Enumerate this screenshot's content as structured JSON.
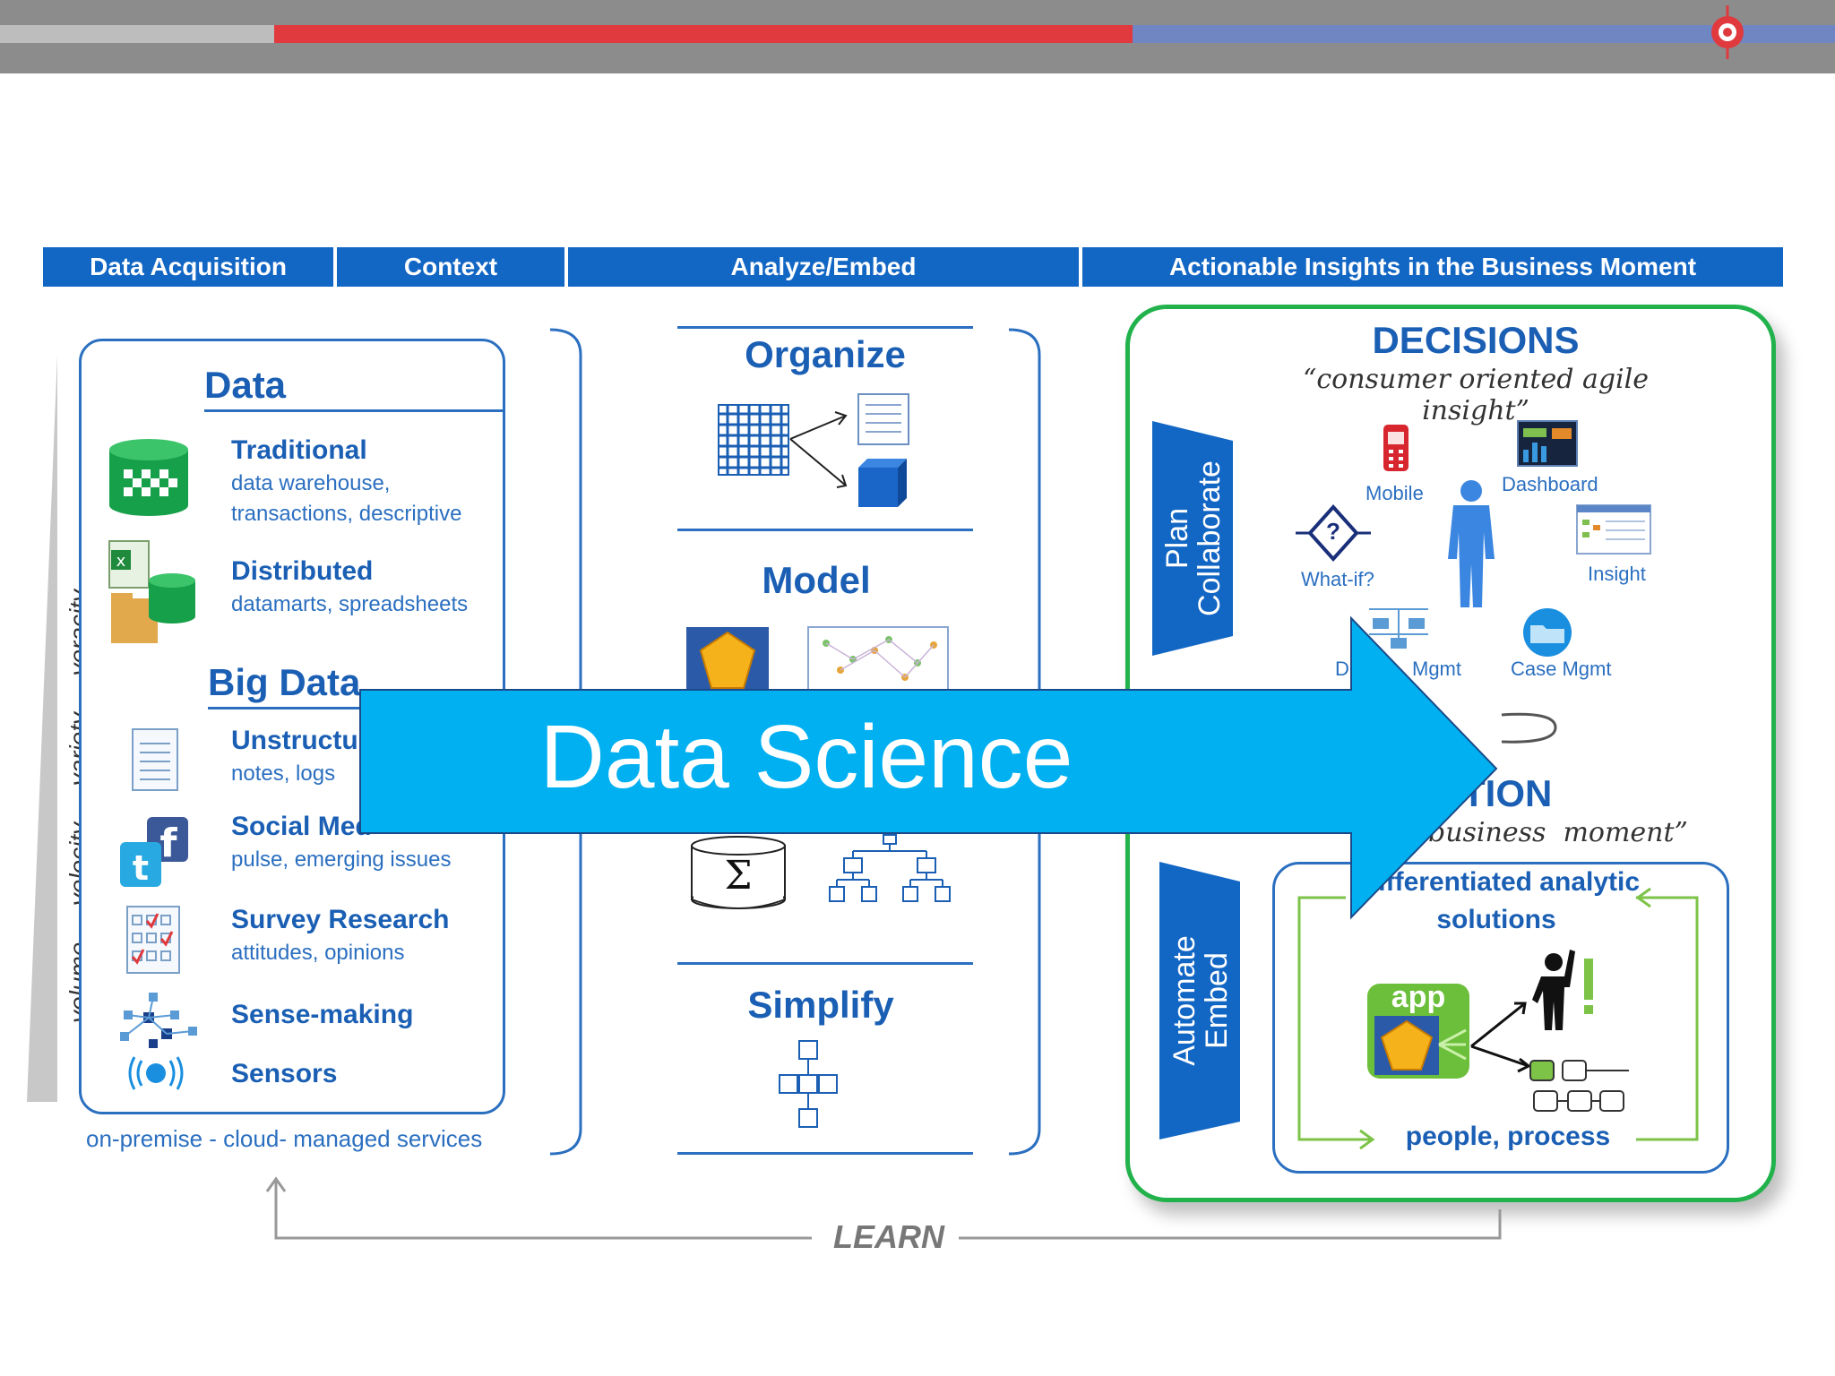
{
  "header": {
    "cols": [
      "Data Acquisition",
      "Context",
      "Analyze/Embed",
      "Actionable Insights in the Business Moment"
    ]
  },
  "left": {
    "axis_label": "volume  -  velocity  -  variety  -  veracity",
    "data_title": "Data",
    "traditional": {
      "title": "Traditional",
      "line1": "data warehouse,",
      "line2": "transactions, descriptive"
    },
    "distributed": {
      "title": "Distributed",
      "line1": "datamarts, spreadsheets"
    },
    "bigdata_title": "Big Data",
    "unstructured": {
      "title": "Unstructur",
      "line1": "notes, logs"
    },
    "social": {
      "title": "Social Med",
      "line1": "pulse, emerging issues"
    },
    "survey": {
      "title": "Survey Research",
      "line1": "attitudes, opinions"
    },
    "sense": {
      "title": "Sense-making"
    },
    "sensors": {
      "title": "Sensors"
    },
    "footer": "on-premise - cloud- managed services"
  },
  "middle": {
    "organize": "Organize",
    "model": "Model",
    "simplify": "Simplify",
    "sigma": "Σ"
  },
  "right": {
    "decisions_title": "DECISIONS",
    "decisions_sub": "“consumer oriented agile insight”",
    "plan": "Plan",
    "collaborate": "Collaborate",
    "automate": "Automate",
    "embed": "Embed",
    "mobile": "Mobile",
    "dashboard": "Dashboard",
    "whatif": "What-if?",
    "insight": "Insight",
    "decision_mgmt": "D",
    "decision_mgmt2": "Mgmt",
    "case_mgmt": "Case Mgmt",
    "question_mark": "?",
    "action_title": "TION",
    "action_sub": "business  moment”",
    "diff1": "differentiated analytic",
    "diff2": "solutions",
    "app": "app",
    "people": "people, process",
    "exclaim": "!"
  },
  "arrow_label": "Data Science",
  "learn": "LEARN",
  "colors": {
    "header_blue": "#1266c4",
    "arrow_cyan": "#00b0f0",
    "green_border": "#22b24c",
    "red_bar": "#e03a3e",
    "blue_bar": "#6f86c2"
  }
}
